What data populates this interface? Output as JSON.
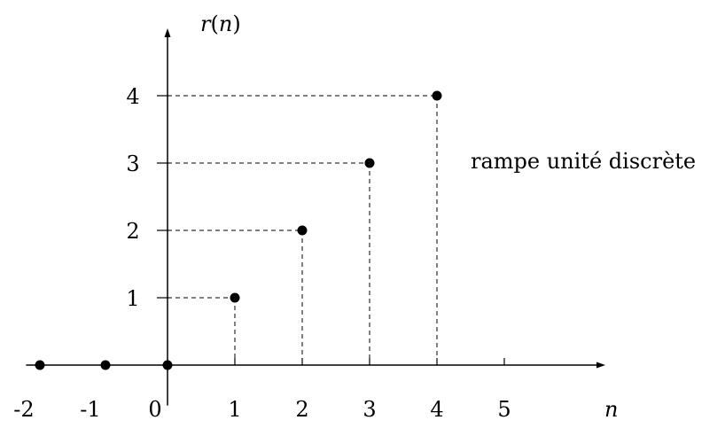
{
  "chart_data": {
    "type": "scatter",
    "x": [
      -2,
      -1,
      0,
      1,
      2,
      3,
      4
    ],
    "y": [
      0,
      0,
      0,
      1,
      2,
      3,
      4
    ],
    "x_ticks": [
      1,
      2,
      3,
      4,
      5
    ],
    "y_ticks": [
      1,
      2,
      3,
      4
    ],
    "x_tick_labels": [
      "-2",
      "-1",
      "0",
      "1",
      "2",
      "3",
      "4",
      "5"
    ],
    "y_tick_labels": [
      "1",
      "2",
      "3",
      "4"
    ],
    "xlabel": "n",
    "ylabel": "r(n)",
    "annotation": "rampe unité discrète",
    "xlim": [
      -2.1,
      6.5
    ],
    "ylim": [
      -0.6,
      5.0
    ],
    "grid": false,
    "stem_lines": "dashed",
    "colors": {
      "marks": "#000000",
      "background": "#ffffff"
    }
  }
}
